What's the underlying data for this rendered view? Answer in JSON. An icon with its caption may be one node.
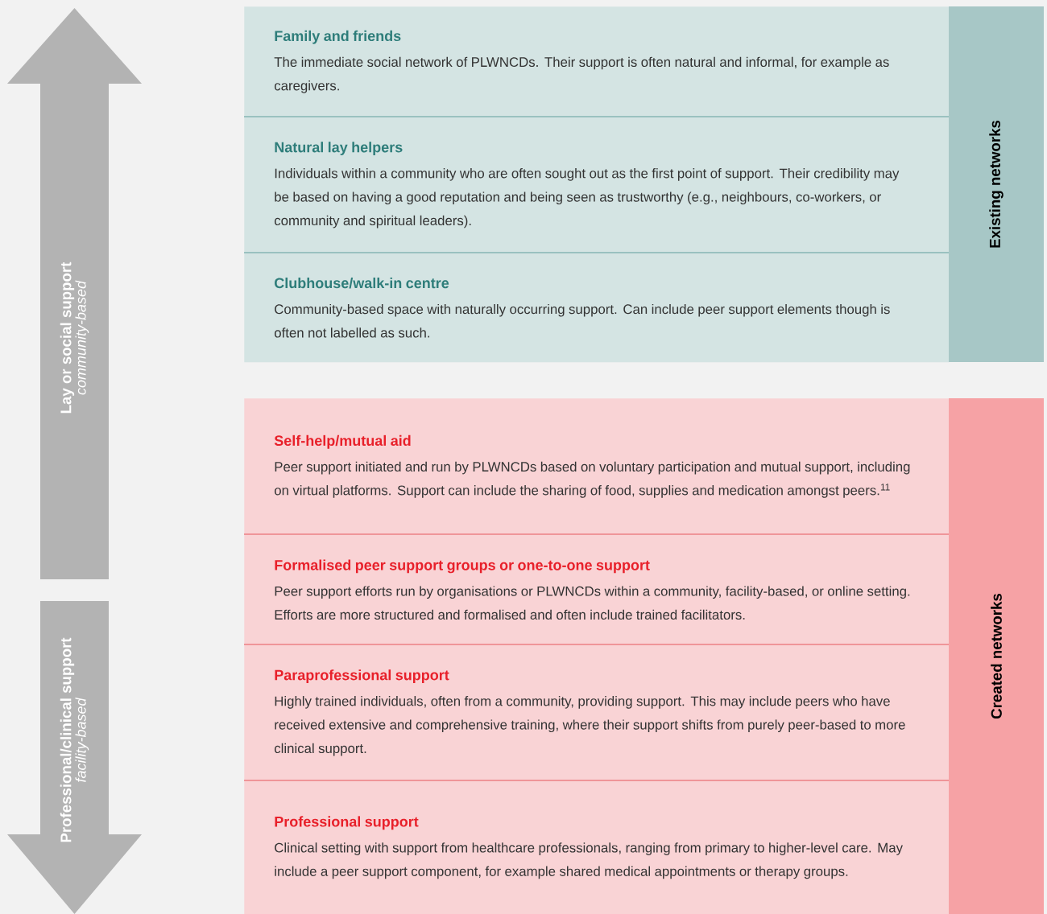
{
  "diagram": {
    "nodes": [
      {
        "text": [
          "Lay or social support",
          "community-based"
        ]
      },
      {
        "text": [
          "Professional/clinical support",
          "facility-based"
        ]
      },
      {
        "text": [
          "Family and friends",
          "The immediate social network of PLWNCDs. Their support is often natural and informal, for example as caregivers."
        ]
      },
      {
        "text": [
          "Natural lay helpers",
          "Individuals within a community who are often sought out as the first point of support. Their credibility may be based on having a good reputation and being seen as trustworthy (e.g., neighbours, co-workers, or community and spiritual leaders)."
        ]
      },
      {
        "text": [
          "Clubhouse/walk-in centre",
          "Community-based space with naturally occurring support. Can include peer support elements though is often not labelled as such."
        ]
      },
      {
        "text": [
          "Existing networks"
        ]
      },
      {
        "text": [
          "Self-help/mutual aid",
          "Peer support initiated and run by PLWNCDs based on voluntary participation and mutual support, including on virtual platforms. Support can include the sharing of food, supplies and medication amongst peers.$^{11}$"
        ]
      },
      {
        "text": [
          "Formalised peer support groups or one-to-one support",
          "Peer support efforts run by organisations or PLWNCDs within a community, facility-based, or online setting. Efforts are more structured and formalised and often include trained facilitators."
        ]
      },
      {
        "text": [
          "Paraprofessional support",
          "Highly trained individuals, often from a community, providing support. This may include peers who have received extensive and comprehensive training, where their support shifts from purely peer-based to more clinical support."
        ]
      },
      {
        "text": [
          "Professional support",
          "Clinical setting with support from healthcare professionals, ranging from primary to higher-level care. May include a peer support component, for example shared medical appointments or therapy groups."
        ]
      },
      {
        "text": [
          "Created networks"
        ]
      }
    ]
  }
}
